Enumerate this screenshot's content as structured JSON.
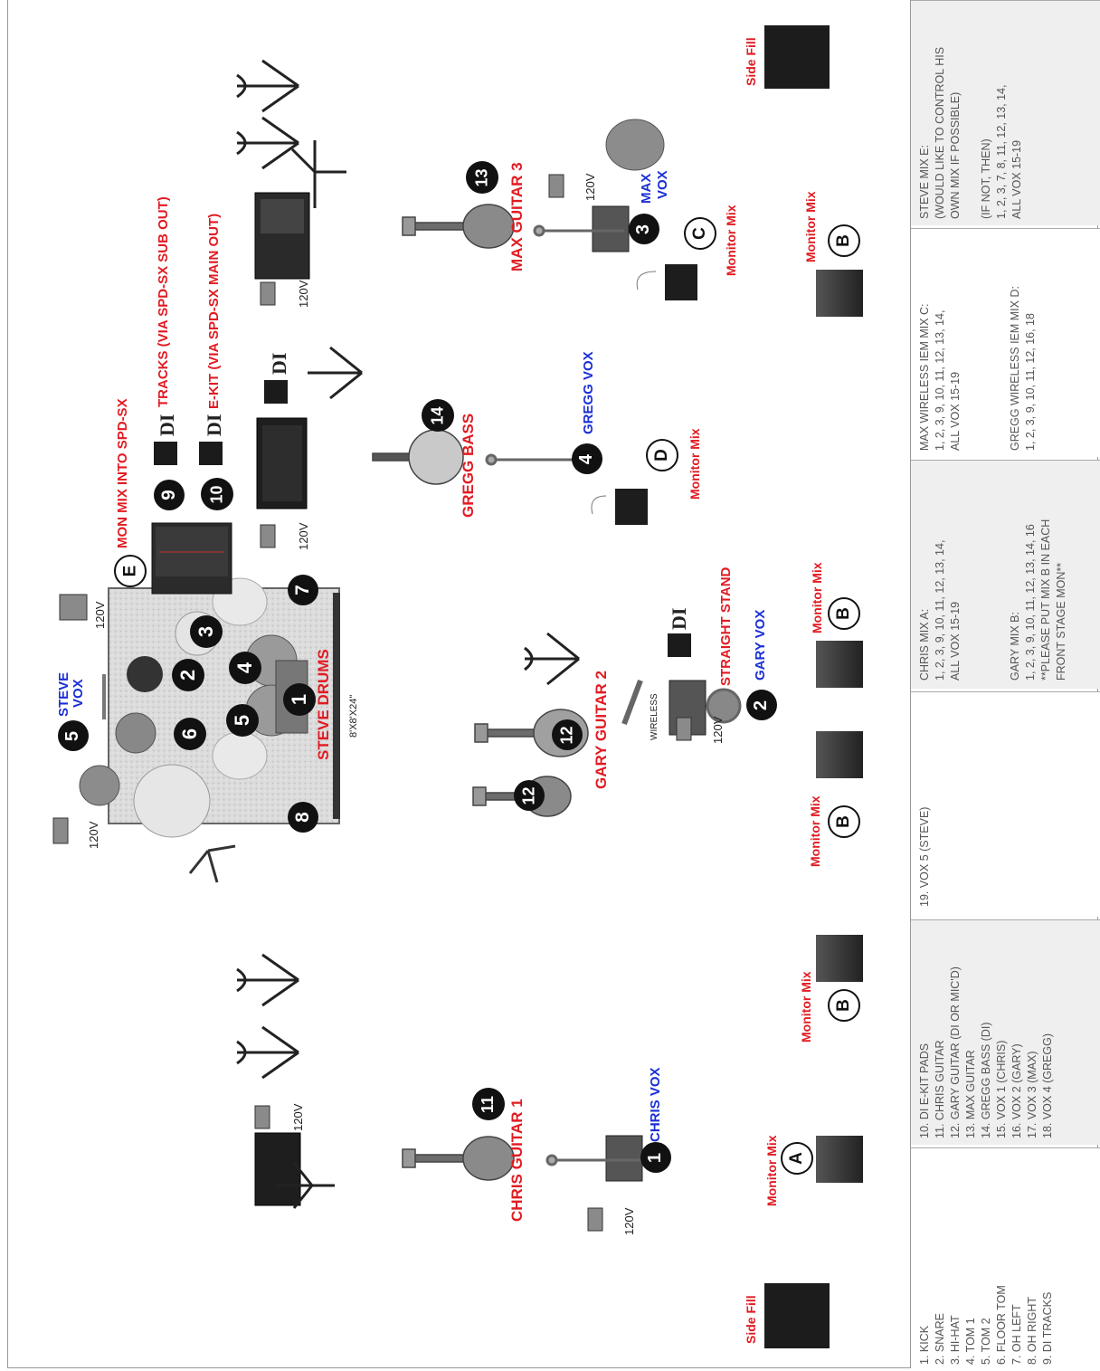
{
  "labels": {
    "steve_vox": [
      "STEVE",
      "VOX"
    ],
    "steve_drums": "STEVE DRUMS",
    "riser": "8'X8'X24\"",
    "mon_mix": "MON MIX INTO SPD-SX",
    "tracks": "TRACKS (VIA SPD-SX SUB OUT)",
    "ekit": "E-KIT (VIA SPD-SX MAIN OUT)",
    "gregg_bass": "GREGG BASS",
    "gregg_vox": "GREGG VOX",
    "max_guitar": "MAX GUITAR 3",
    "max_vox": [
      "MAX",
      "VOX"
    ],
    "gary_guitar": "GARY GUITAR 2",
    "gary_vox": "GARY VOX",
    "straight_stand": "STRAIGHT STAND",
    "wireless": "WIRELESS",
    "chris_guitar": "CHRIS GUITAR 1",
    "chris_vox": "CHRIS VOX",
    "monitor_mix": "Monitor Mix",
    "side_fill": "Side Fill",
    "power": "120V",
    "di": "DI"
  },
  "input_list_col1": "1. KICK\n2. SNARE\n3. HI-HAT\n4. TOM 1\n5. TOM 2\n6. FLOOR TOM\n7. OH LEFT\n8. OH RIGHT\n9. DI TRACKS",
  "input_list_col2": "10. DI E-KIT PADS\n11. CHRIS GUITAR\n12. GARY GUITAR (DI OR MIC'D)\n13. MAX GUITAR\n14. GREGG BASS (DI)\n15. VOX 1 (CHRIS)\n16. VOX 2 (GARY)\n17. VOX 3 (MAX)\n18. VOX 4 (GREGG)",
  "input_list_col3": "19. VOX 5 (STEVE)",
  "mixes": {
    "chris": "CHRIS MIX A:\n1, 2, 3, 9, 10, 11, 12, 13, 14,\nALL VOX 15-19",
    "gary": "GARY MIX B:\n1, 2, 3, 9, 10, 11, 12, 13, 14, 16\n**PLEASE PUT MIX B IN EACH\nFRONT STAGE MON**",
    "max": "MAX WIRELESS IEM MIX C:\n1, 2, 3, 9, 10, 11, 12, 13, 14,\nALL VOX 15-19",
    "gregg": "GREGG WIRELESS IEM MIX D:\n1, 2, 3, 9, 10, 11, 12, 16, 18",
    "steve": "STEVE MIX E:\n(WOULD LIKE TO CONTROL HIS\nOWN MIX IF POSSIBLE)\n\n(IF NOT, THEN)\n1, 2, 3, 7, 8, 11, 12, 13, 14,\nALL VOX 15-19"
  },
  "badges": {
    "n1": "1",
    "n2": "2",
    "n3": "3",
    "n4": "4",
    "n5": "5",
    "n6": "6",
    "n7": "7",
    "n8": "8",
    "n9": "9",
    "n10": "10",
    "n11": "11",
    "n12": "12",
    "n13": "13",
    "n14": "14"
  },
  "letters": {
    "a": "A",
    "b": "B",
    "c": "C",
    "d": "D",
    "e": "E"
  }
}
